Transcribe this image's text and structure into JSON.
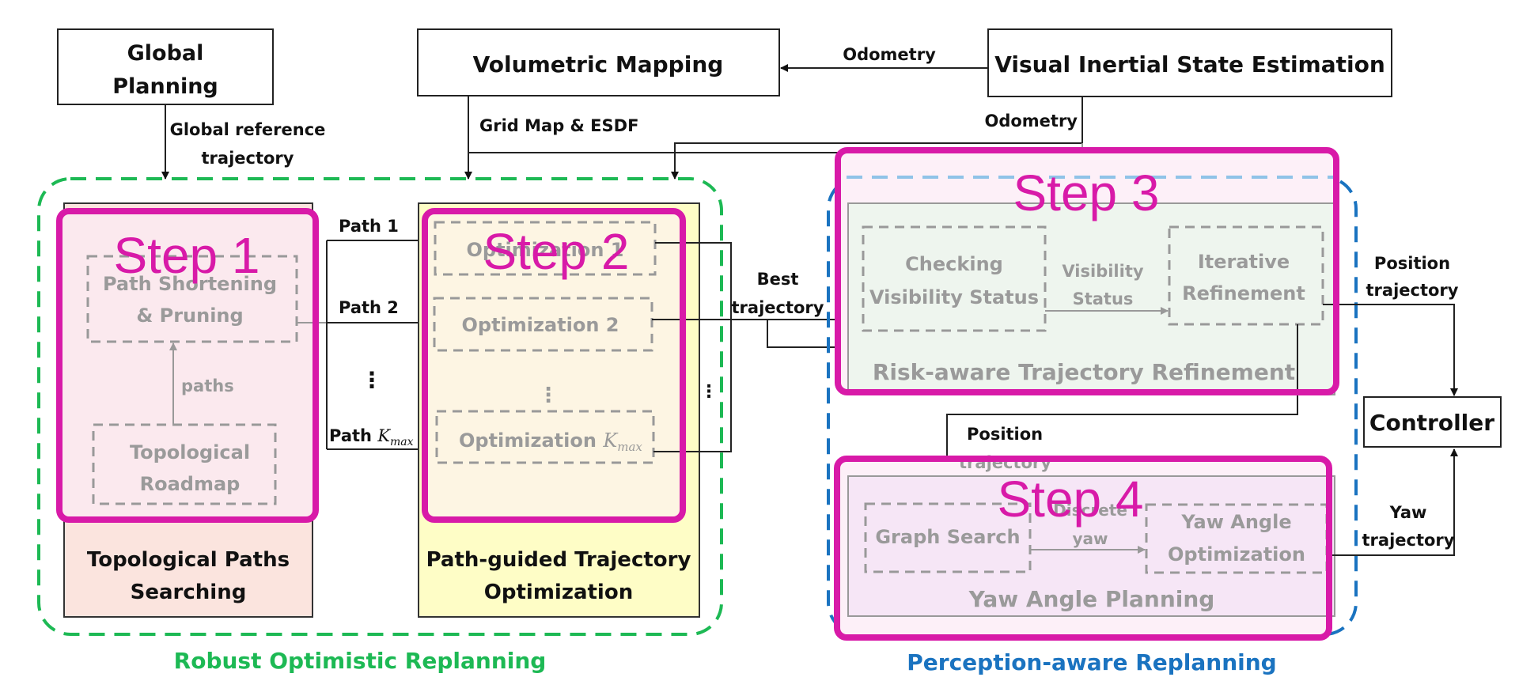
{
  "diagram": {
    "top_boxes": {
      "global_planning": [
        "Global",
        "Planning"
      ],
      "volumetric_mapping": "Volumetric Mapping",
      "vis_estimation": "Visual Inertial State Estimation",
      "controller": "Controller"
    },
    "edge_labels": {
      "global_ref": [
        "Global reference",
        "trajectory"
      ],
      "odometry_top": "Odometry",
      "odometry_right": "Odometry",
      "grid_map": "Grid Map & ESDF",
      "path1": "Path 1",
      "path2": "Path 2",
      "path_k": "Path ",
      "kmax": "K",
      "kmax_sub": "max",
      "ellipsis": "⋮",
      "best_traj": [
        "Best",
        "trajectory"
      ],
      "position_traj_right": [
        "Position",
        "trajectory"
      ],
      "position_traj_mid": [
        "Position",
        "trajectory"
      ],
      "yaw_traj": [
        "Yaw",
        "trajectory"
      ],
      "visibility_status": [
        "Visibility",
        "Status"
      ],
      "discrete_yaw": [
        "Discrete",
        "yaw"
      ],
      "paths": "paths"
    },
    "modules": {
      "topo": {
        "title": [
          "Topological Paths",
          "Searching"
        ],
        "path_shortening": [
          "Path Shortening",
          "& Pruning"
        ],
        "roadmap": [
          "Topological",
          "Roadmap"
        ]
      },
      "opt": {
        "title": [
          "Path-guided Trajectory",
          "Optimization"
        ],
        "opt1": "Optimization 1",
        "opt2": "Optimization 2",
        "optk": "Optimization "
      },
      "risk": {
        "title": "Risk-aware Trajectory Refinement",
        "checking": [
          "Checking",
          "Visibility Status"
        ],
        "iterative": [
          "Iterative",
          "Refinement"
        ]
      },
      "yaw": {
        "title": "Yaw Angle Planning",
        "graph_search": "Graph Search",
        "yaw_opt": [
          "Yaw Angle",
          "Optimization"
        ]
      }
    },
    "groups": {
      "robust": "Robust Optimistic Replanning",
      "perception": "Perception-aware Replanning"
    },
    "steps": [
      "Step 1",
      "Step 2",
      "Step 3",
      "Step 4"
    ],
    "colors": {
      "green_group": "#1db954",
      "blue_group": "#1a73c0",
      "light_blue_dash": "#8fc3e8",
      "step_magenta": "#d81aa8",
      "topo_fill": "#fbe4de",
      "opt_fill": "#fefdc6",
      "risk_fill": "#eef5ee",
      "yaw_fill": "#f6e6f6"
    }
  }
}
